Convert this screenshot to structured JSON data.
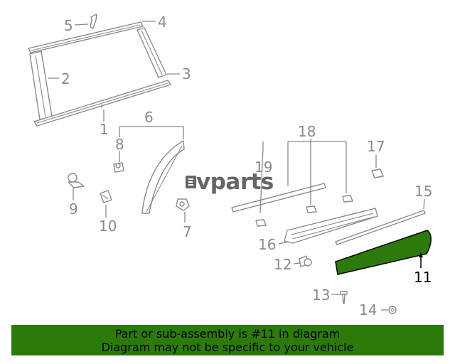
{
  "diagram": {
    "highlighted_callout": "11",
    "highlight_color": "#2b7a0b",
    "callouts": {
      "c1": "1",
      "c2": "2",
      "c3": "3",
      "c4": "4",
      "c5": "5",
      "c6": "6",
      "c7": "7",
      "c8": "8",
      "c9": "9",
      "c10": "10",
      "c11": "11",
      "c12": "12",
      "c13": "13",
      "c14": "14",
      "c15": "15",
      "c16": "16",
      "c17": "17",
      "c18": "18",
      "c19": "19"
    }
  },
  "watermark": {
    "text": "vparts",
    "logo_icon": "ev-logo-icon"
  },
  "banner": {
    "line1": "Part or sub-assembly is #11 in diagram",
    "line2": "Diagram may not be specific to your vehicle",
    "background": "#2b7a0b"
  }
}
